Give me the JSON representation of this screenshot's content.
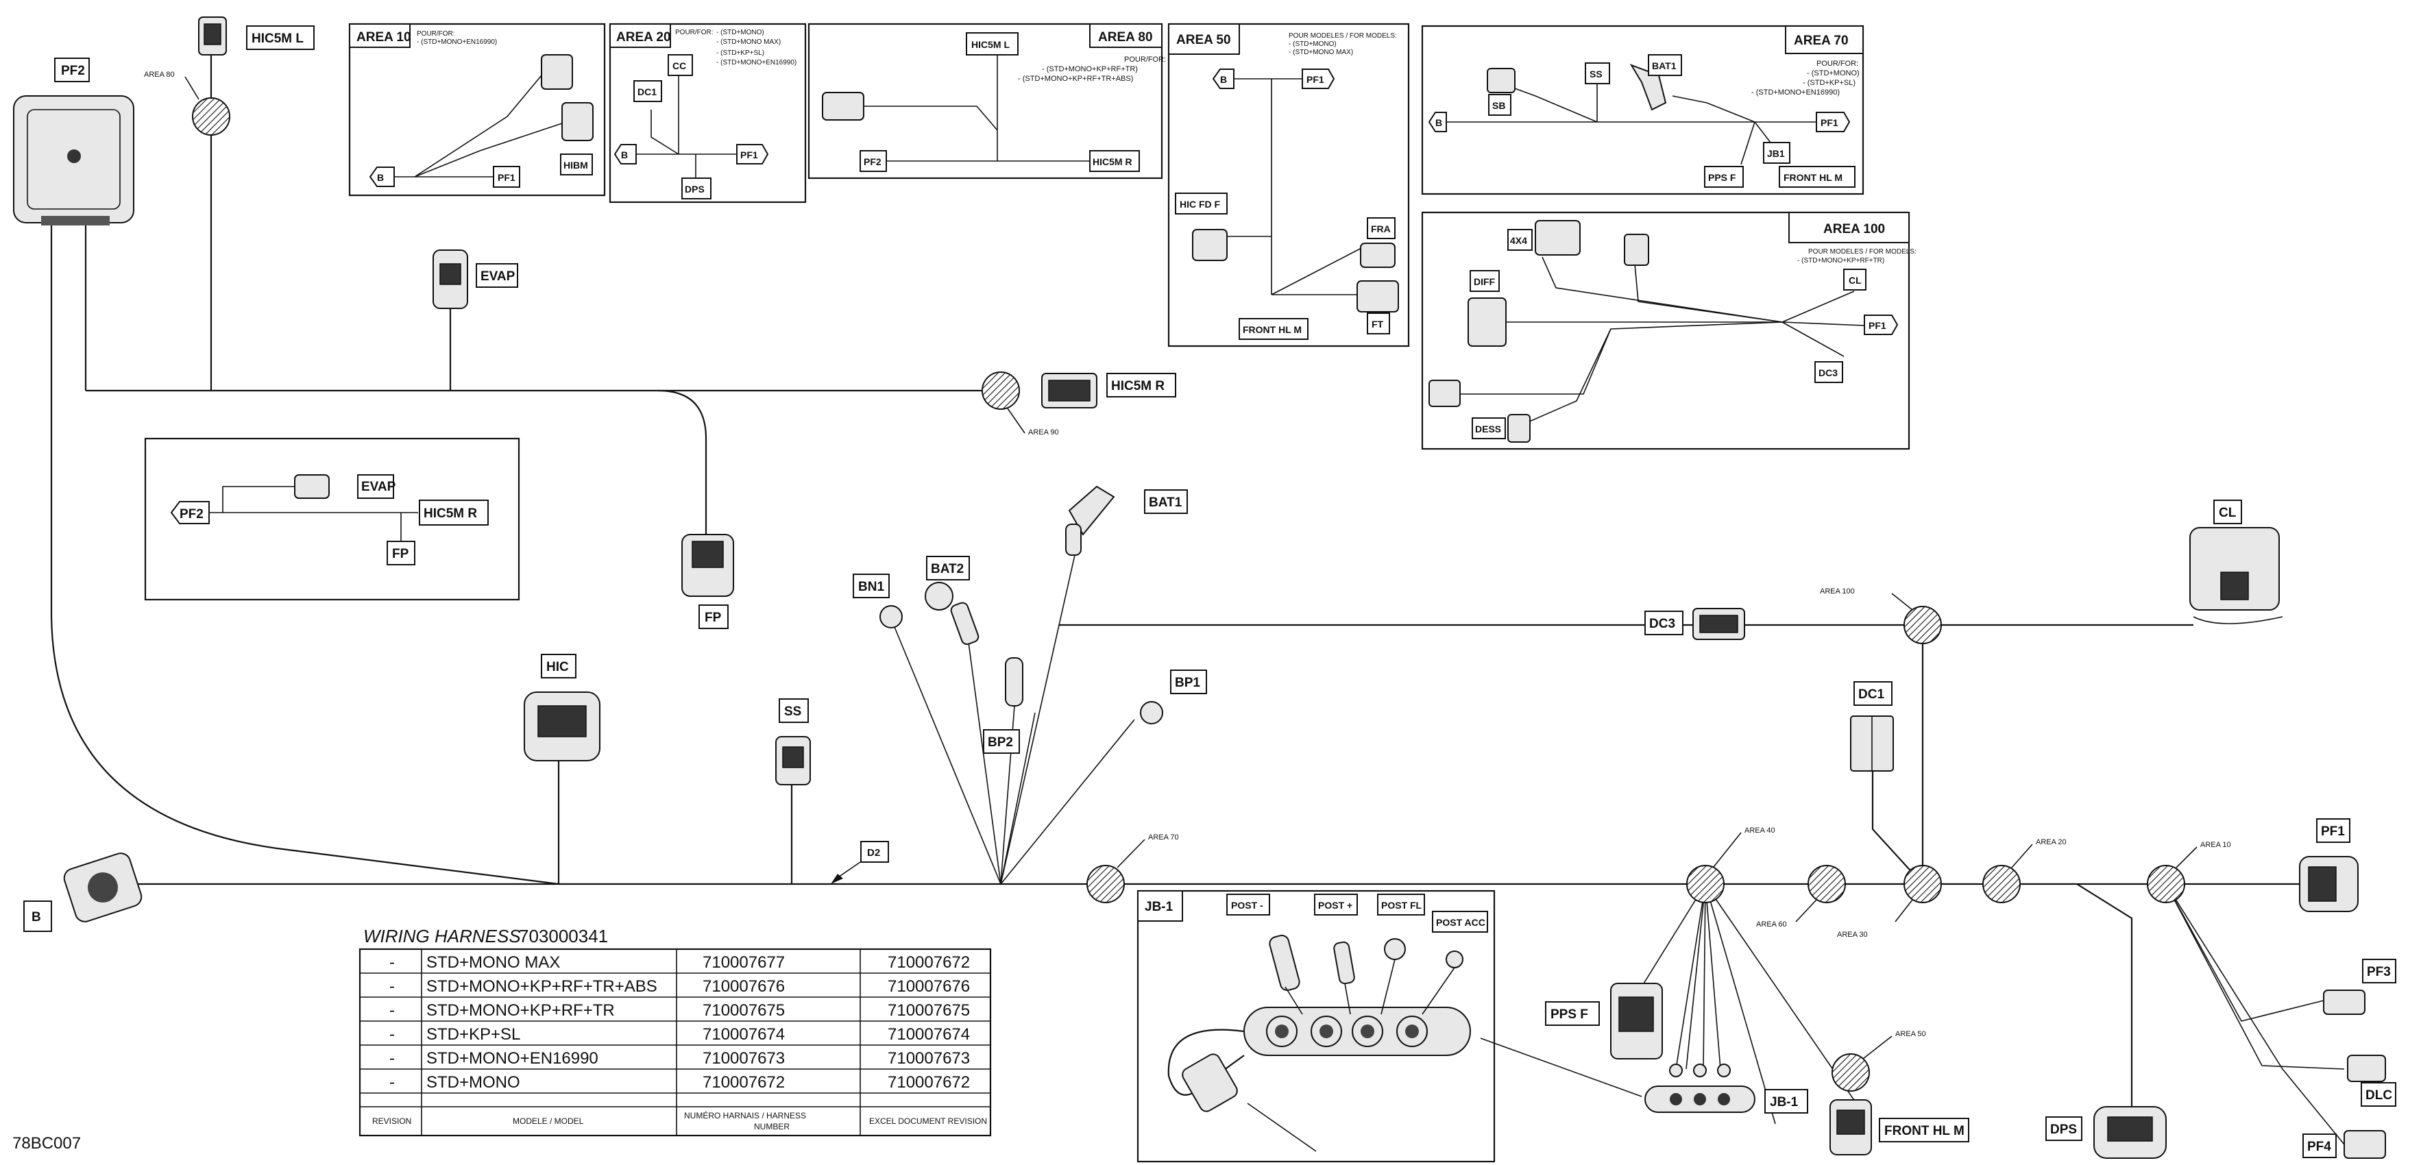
{
  "doc_id": "78BC007",
  "bubble_labels": {
    "area10": "AREA 10",
    "area20": "AREA 20",
    "area30": "AREA 30",
    "area40": "AREA 40",
    "area50": "AREA 50",
    "area60": "AREA 60",
    "area70": "AREA 70",
    "area80": "AREA 80",
    "area90": "AREA 90",
    "area100": "AREA 100"
  },
  "main_labels": {
    "pf2": "PF2",
    "hic5m_l": "HIC5M L",
    "evap": "EVAP",
    "hic5m_r": "HIC5M R",
    "fp": "FP",
    "bat1": "BAT1",
    "bat2": "BAT2",
    "bn1": "BN1",
    "bp1": "BP1",
    "bp2": "BP2",
    "hic": "HIC",
    "ss": "SS",
    "d2": "D2",
    "b": "B",
    "cl": "CL",
    "dc3": "DC3",
    "dc1": "DC1",
    "pf1": "PF1",
    "pf3": "PF3",
    "dlc": "DLC",
    "pf4": "PF4",
    "dps": "DPS",
    "pps_f": "PPS F",
    "jb1": "JB-1",
    "front_hl_m": "FRONT HL M"
  },
  "inset_evap": {
    "pf2": "PF2",
    "evap": "EVAP",
    "hic5m_r": "HIC5M R",
    "fp": "FP"
  },
  "area10": {
    "title": "AREA 10",
    "note1": "POUR/FOR:",
    "note2": "- (STD+MONO+EN16990)",
    "b": "B",
    "pf1": "PF1",
    "hibm": "HIBM"
  },
  "area20": {
    "title": "AREA 20",
    "note1": "POUR/FOR:",
    "note2": "- (STD+MONO)",
    "note3": "- (STD+MONO MAX)",
    "note4": "- (STD+KP+SL)",
    "note5": "- (STD+MONO+EN16990)",
    "cc": "CC",
    "dc1": "DC1",
    "b": "B",
    "pf1": "PF1",
    "dps": "DPS"
  },
  "area80": {
    "title": "AREA 80",
    "note1": "POUR/FOR:",
    "note2": "- (STD+MONO+KP+RF+TR)",
    "note3": "- (STD+MONO+KP+RF+TR+ABS)",
    "hic5m_l": "HIC5M L",
    "pf2": "PF2",
    "hic5m_r": "HIC5M R"
  },
  "area50": {
    "title": "AREA 50",
    "note1": "POUR MODELES / FOR MODELS:",
    "note2": "- (STD+MONO)",
    "note3": "- (STD+MONO MAX)",
    "b": "B",
    "pf1": "PF1",
    "hic_fd_f": "HIC FD F",
    "fra": "FRA",
    "ft": "FT",
    "front_hl_m": "FRONT HL M"
  },
  "area70": {
    "title": "AREA 70",
    "note1": "POUR/FOR:",
    "note2": "- (STD+MONO)",
    "note3": "- (STD+KP+SL)",
    "note4": "- (STD+MONO+EN16990)",
    "ss": "SS",
    "bat1": "BAT1",
    "sb": "SB",
    "b": "B",
    "pf1": "PF1",
    "jb1": "JB1",
    "pps_f": "PPS F",
    "front_hl_m": "FRONT HL M"
  },
  "area100": {
    "title": "AREA 100",
    "note1": "POUR MODELES / FOR MODELS:",
    "note2": "- (STD+MONO+KP+RF+TR)",
    "c4x4": "4X4",
    "diff": "DIFF",
    "cl": "CL",
    "pf1": "PF1",
    "dc3": "DC3",
    "dess": "DESS"
  },
  "jb1_inset": {
    "title": "JB-1",
    "post_minus": "POST -",
    "post_plus": "POST +",
    "post_fl": "POST FL",
    "post_acc": "POST ACC"
  },
  "harness": {
    "title": "WIRING HARNESS",
    "number": "703000341",
    "rows": [
      {
        "rev": "-",
        "model": "STD+MONO MAX",
        "num": "710007677",
        "excel": "710007672"
      },
      {
        "rev": "-",
        "model": "STD+MONO+KP+RF+TR+ABS",
        "num": "710007676",
        "excel": "710007676"
      },
      {
        "rev": "-",
        "model": "STD+MONO+KP+RF+TR",
        "num": "710007675",
        "excel": "710007675"
      },
      {
        "rev": "-",
        "model": "STD+KP+SL",
        "num": "710007674",
        "excel": "710007674"
      },
      {
        "rev": "-",
        "model": "STD+MONO+EN16990",
        "num": "710007673",
        "excel": "710007673"
      },
      {
        "rev": "-",
        "model": "STD+MONO",
        "num": "710007672",
        "excel": "710007672"
      }
    ],
    "headers": {
      "rev": "REVISION",
      "model": "MODELE / MODEL",
      "num1": "NUMÉRO HARNAIS / HARNESS",
      "num2": "NUMBER",
      "excel": "EXCEL DOCUMENT REVISION"
    }
  }
}
